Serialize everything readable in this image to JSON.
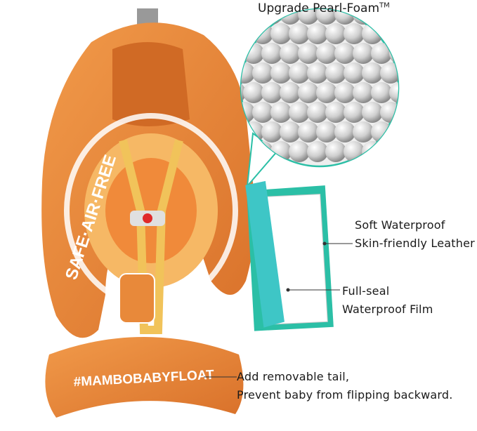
{
  "title": {
    "text": "Upgrade Pearl-Foam",
    "mark": "TM"
  },
  "callouts": {
    "leather": [
      "Soft Waterproof",
      "Skin-friendly Leather"
    ],
    "film": [
      "Full-seal",
      "Waterproof Film"
    ],
    "tail": [
      "Add removable tail,",
      "Prevent baby from flipping backward."
    ]
  },
  "product": {
    "side_print": "SAFE·AIR·FREE",
    "tail_print": "#MAMBOBABYFLOAT"
  },
  "colors": {
    "orange": "#e8893a",
    "light_orange": "#f6b865",
    "teal": "#2bbfa6",
    "pearl": "#d9d9d9"
  }
}
